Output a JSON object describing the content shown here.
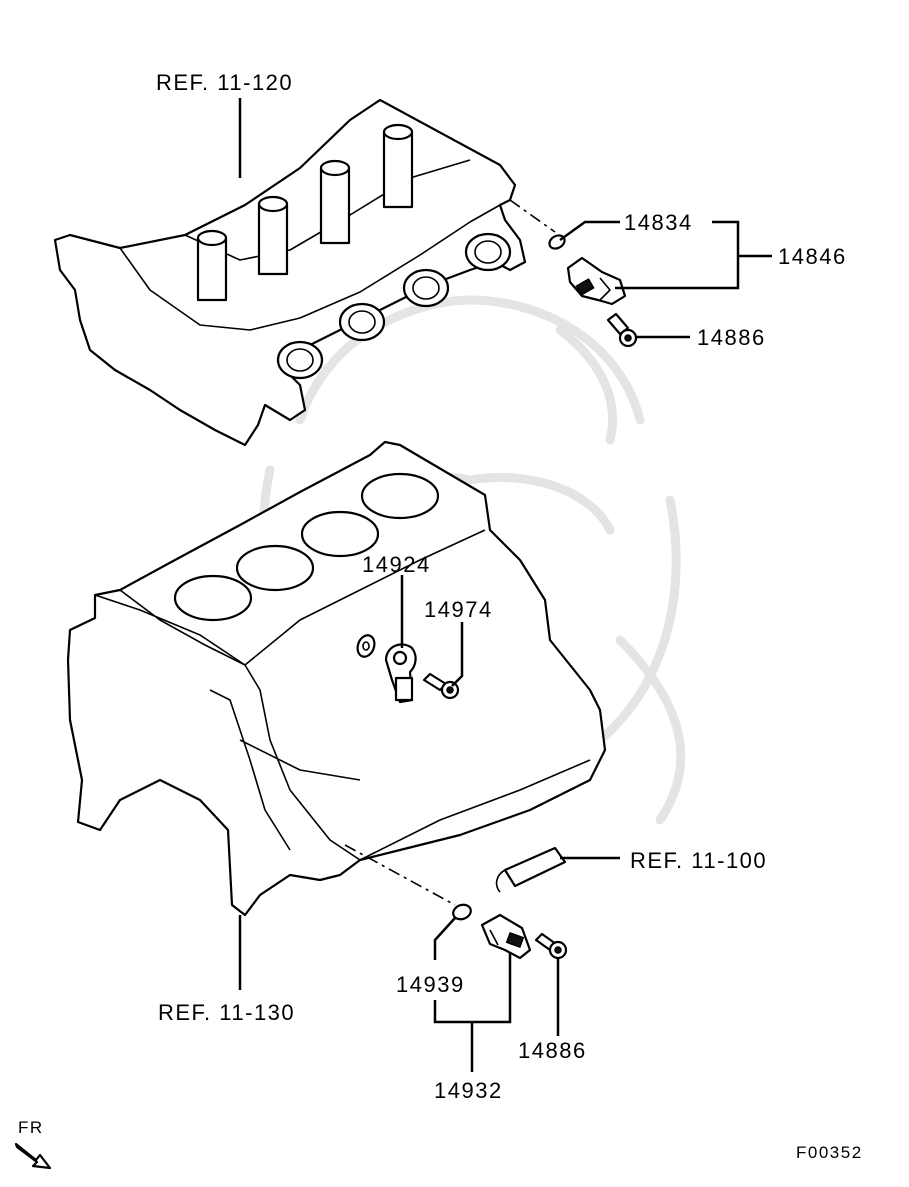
{
  "labels": {
    "ref_11_120": "REF. 11-120",
    "p14834": "14834",
    "p14846": "14846",
    "p14886_top": "14886",
    "p14924": "14924",
    "p14974": "14974",
    "ref_11_100": "REF. 11-100",
    "ref_11_130": "REF. 11-130",
    "p14939": "14939",
    "p14886_bottom": "14886",
    "p14932": "14932",
    "fr": "FR",
    "figure_code": "F00352"
  }
}
